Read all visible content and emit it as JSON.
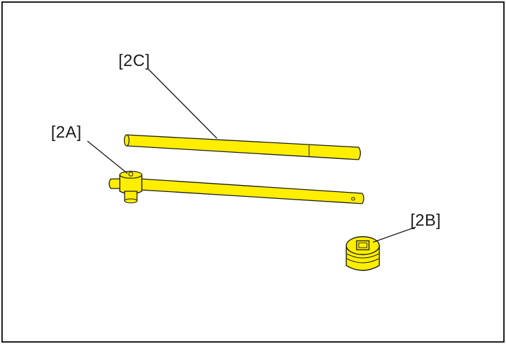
{
  "labels": {
    "part_2a": "[2A]",
    "part_2b": "[2B]",
    "part_2c": "[2C]"
  },
  "colors": {
    "part_fill": "#ffee00",
    "outline": "#1a1a1a",
    "background": "#ffffff"
  }
}
